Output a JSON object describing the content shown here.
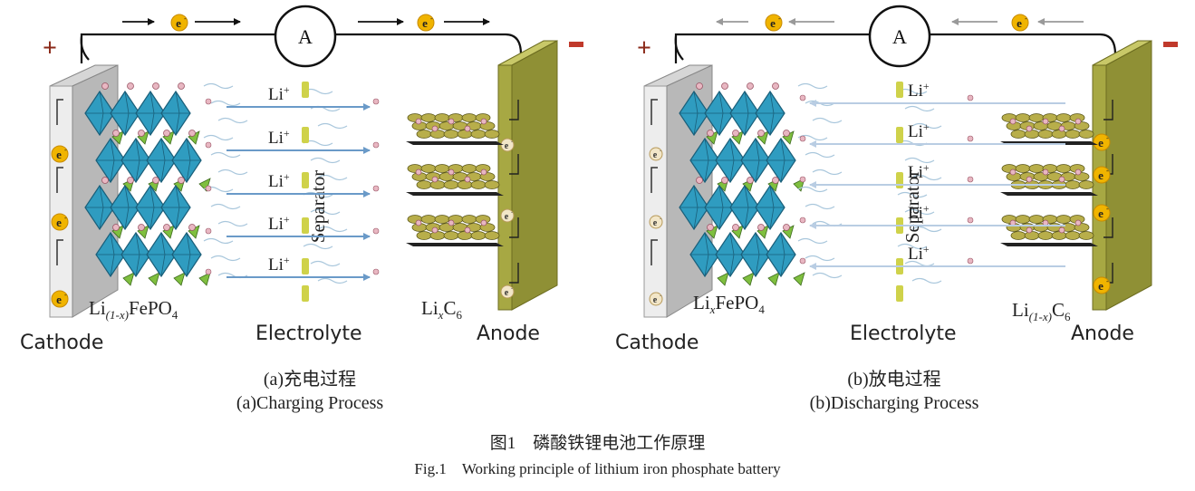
{
  "panel_a": {
    "ammeter": "A",
    "electron": "e-",
    "plus": "+",
    "minus": "−",
    "cathode_material": {
      "pre": "Li",
      "sub": "(1-x)",
      "post": "FePO",
      "sub2": "4"
    },
    "anode_material": {
      "pre": "Li",
      "sub": "x",
      "post": "C",
      "sub2": "6"
    },
    "ion": "Li",
    "ion_charge": "+",
    "separator": "Separator",
    "cathode": "Cathode",
    "electrolyte": "Electrolyte",
    "anode": "Anode",
    "caption_cn": "(a)充电过程",
    "caption_en": "(a)Charging Process"
  },
  "panel_b": {
    "ammeter": "A",
    "electron": "e-",
    "plus": "+",
    "minus": "−",
    "cathode_material": {
      "pre": "Li",
      "sub": "x",
      "post": "FePO",
      "sub2": "4"
    },
    "anode_material": {
      "pre": "Li",
      "sub": "(1-x)",
      "post": "C",
      "sub2": "6"
    },
    "ion": "Li",
    "ion_charge": "+",
    "separator": "Separator",
    "cathode": "Cathode",
    "electrolyte": "Electrolyte",
    "anode": "Anode",
    "caption_cn": "(b)放电过程",
    "caption_en": "(b)Discharging Process"
  },
  "figure": {
    "title_cn": "图1　磷酸铁锂电池工作原理",
    "title_en": "Fig.1　Working principle of lithium iron phosphate battery"
  },
  "colors": {
    "crystal": "#2f9cc0",
    "crystal_dark": "#1a5f7a",
    "tetra": "#7fbf3f",
    "graphite": "#b8ae4a",
    "anode_plate": "#a7a843",
    "electron": "#f0b400",
    "arrow_a": "#6a9ac8",
    "arrow_b": "#b9cde3",
    "separator": "#cfd24a",
    "plus": "#8b2a1a",
    "minus": "#c0392b"
  }
}
